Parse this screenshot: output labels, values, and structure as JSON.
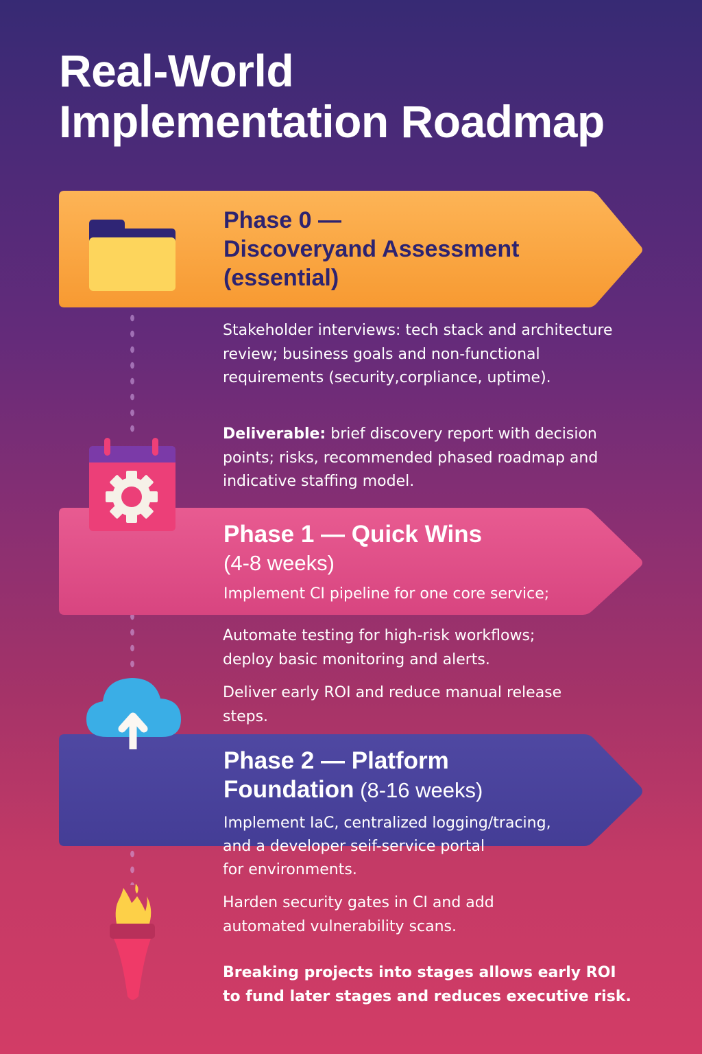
{
  "title": {
    "line1": "Real-World",
    "line2": "Implementation Roadmap"
  },
  "phases": [
    {
      "id": "phase0",
      "title_line1": "Phase 0 —",
      "title_line2": "Discoveryand Assessment",
      "title_line3": "(essential)",
      "icon": "folder-icon",
      "color": "#fbab45",
      "paragraphs": [
        "Stakeholder interviews: tech stack and architecture review; business goals and non-functional requirements (security,corpliance, uptime)."
      ],
      "deliverable_label": "Deliverable:",
      "deliverable_text": " brief discovery report with decision points; risks, recommended phased roadmap and indicative staffing model."
    },
    {
      "id": "phase1",
      "title_main": "Phase 1 — Quick Wins",
      "title_sub": "(4-8 weeks)",
      "icon": "calendar-gear-icon",
      "color": "#e2508a",
      "banner_text": "Implement CI pipeline for one core service;",
      "paragraphs": [
        "Automate testing for high-risk workflows; deploy basic monitoring and alerts.",
        "Deliver early ROI and reduce manual release steps."
      ]
    },
    {
      "id": "phase2",
      "title_line1": "Phase 2 — Platform",
      "title_line2_bold": "Foundation",
      "title_line2_sub": " (8-16 weeks)",
      "icon": "cloud-upload-icon",
      "color": "#4a449c",
      "banner_text": "Implement IaC, centralized logging/tracing,",
      "continuation": [
        "and a developer seif-service portal",
        "for environments."
      ],
      "paragraphs": [
        "Harden security gates in CI and add automated vulnerability scans."
      ]
    }
  ],
  "conclusion": {
    "icon": "torch-icon",
    "text": "Breaking projects into stages allows early ROI to fund later stages and reduces executive risk."
  }
}
